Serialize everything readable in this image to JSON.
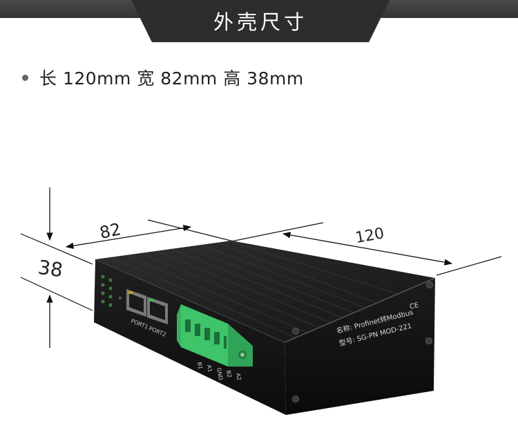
{
  "header": {
    "title": "外壳尺寸"
  },
  "specs": {
    "text": "长 120mm 宽 82mm 高 38mm"
  },
  "dimensions": {
    "width_label": "82",
    "length_label": "120",
    "height_label": "38"
  },
  "device": {
    "ports": [
      "PORT1",
      "PORT2"
    ],
    "terminals": [
      "B1",
      "A1",
      "GND",
      "B2",
      "A2"
    ],
    "name_line": "名称: Profinet转Modbus",
    "model_line": "型号: SG-PN MOD-221",
    "certification": "CE"
  }
}
